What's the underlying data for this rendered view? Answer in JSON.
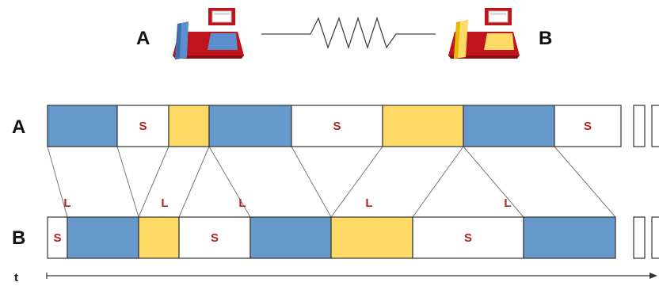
{
  "header": {
    "left_label": "A",
    "right_label": "B",
    "left_device": {
      "name": "phone-a-icon",
      "handset_color": "#5b8fd0",
      "screen_color": "#5b8fd0"
    },
    "right_device": {
      "name": "phone-b-icon",
      "handset_color": "#ffd966",
      "screen_color": "#ffd966"
    },
    "link": "zigzag-link-icon"
  },
  "colors": {
    "talk_a": "#6699cc",
    "talk_b": "#ffd966",
    "silence": "#ffffff",
    "outline": "#333333",
    "latency_line": "#777777",
    "accent_text": "#b22222"
  },
  "timeline": {
    "row_a_label": "A",
    "row_b_label": "B",
    "time_label": "t",
    "row_a_segments": [
      {
        "kind": "talk_a",
        "text": ""
      },
      {
        "kind": "silence",
        "text": "S"
      },
      {
        "kind": "talk_b",
        "text": ""
      },
      {
        "kind": "talk_a",
        "text": ""
      },
      {
        "kind": "silence",
        "text": "S"
      },
      {
        "kind": "talk_b",
        "text": ""
      },
      {
        "kind": "talk_a",
        "text": ""
      },
      {
        "kind": "silence",
        "text": "S"
      }
    ],
    "row_b_segments": [
      {
        "kind": "silence",
        "text": "S"
      },
      {
        "kind": "talk_a",
        "text": ""
      },
      {
        "kind": "talk_b",
        "text": ""
      },
      {
        "kind": "silence",
        "text": "S"
      },
      {
        "kind": "talk_a",
        "text": ""
      },
      {
        "kind": "talk_b",
        "text": ""
      },
      {
        "kind": "silence",
        "text": "S"
      },
      {
        "kind": "talk_a",
        "text": ""
      }
    ],
    "latency_labels": [
      "L",
      "L",
      "L",
      "L",
      "L"
    ]
  }
}
